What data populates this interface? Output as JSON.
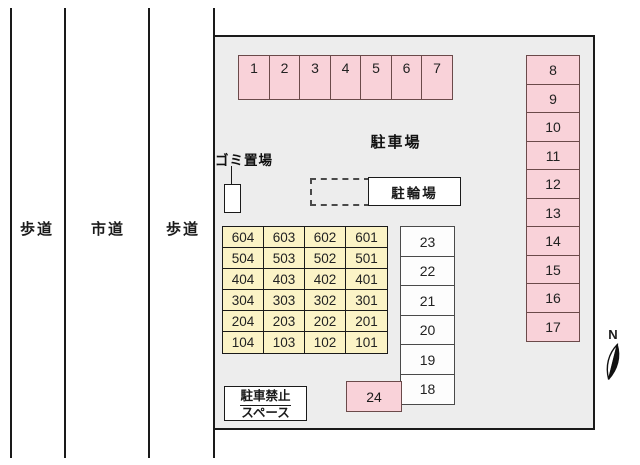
{
  "diagram": {
    "roads": [
      {
        "label": "歩道"
      },
      {
        "label": "市道"
      },
      {
        "label": "歩道"
      }
    ],
    "site": {
      "parking_area_label": "駐車場",
      "garbage_area_label": "ゴミ置場",
      "bicycle_area_label": "駐輪場",
      "no_parking_line1": "駐車禁止",
      "no_parking_line2": "スペース",
      "north_label": "N"
    },
    "parking_spaces": {
      "top_row": [
        "1",
        "2",
        "3",
        "4",
        "5",
        "6",
        "7"
      ],
      "right_column": [
        "8",
        "9",
        "10",
        "11",
        "12",
        "13",
        "14",
        "15",
        "16",
        "17"
      ],
      "middle_column": [
        "23",
        "22",
        "21",
        "20",
        "19",
        "18"
      ],
      "bottom_space": "24"
    },
    "building_units": {
      "rows": [
        [
          "604",
          "603",
          "602",
          "601"
        ],
        [
          "504",
          "503",
          "502",
          "501"
        ],
        [
          "404",
          "403",
          "402",
          "401"
        ],
        [
          "304",
          "303",
          "302",
          "301"
        ],
        [
          "204",
          "203",
          "202",
          "201"
        ],
        [
          "104",
          "103",
          "102",
          "101"
        ]
      ]
    },
    "colors": {
      "parking_fill": "#f9d2d9",
      "building_fill": "#fbf3c6",
      "site_fill": "#ededed"
    }
  }
}
